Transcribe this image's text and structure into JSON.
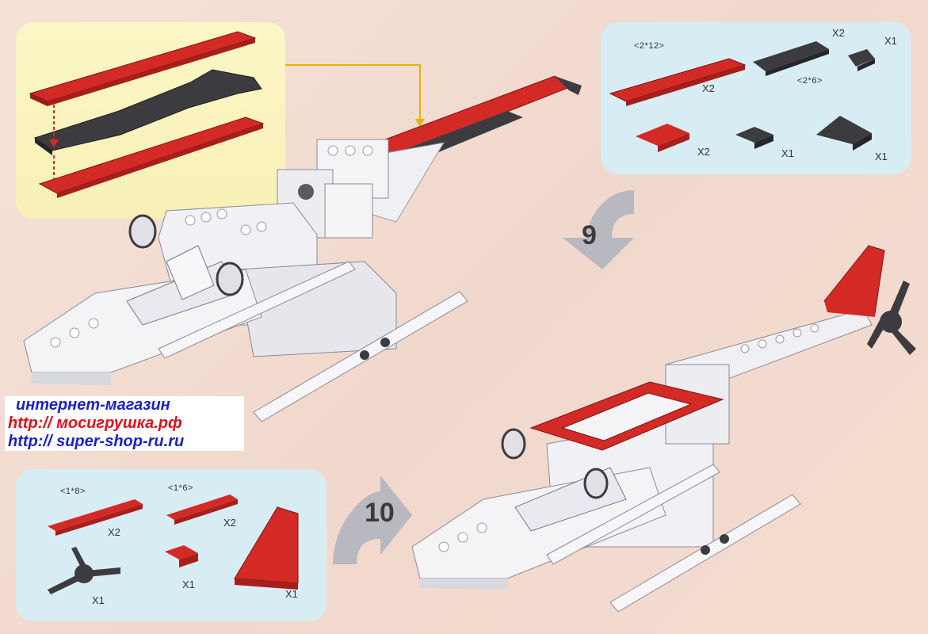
{
  "steps": {
    "nine": "9",
    "ten": "10"
  },
  "parts_step9": {
    "plate_2x12_size": "<2*12>",
    "plate_2x12_qty": "X2",
    "plate_2x6_size": "<2*6>",
    "plate_2x6_qty": "X2",
    "small_dark_qty": "X1",
    "red_2x2_qty": "X2",
    "dark_2x2_qty": "X1",
    "wedge_qty": "X1"
  },
  "parts_step10": {
    "plate_1x8_size": "<1*8>",
    "plate_1x8_qty": "X2",
    "plate_1x6_size": "<1*6>",
    "plate_1x6_qty": "X2",
    "propeller_qty": "X1",
    "red_1x2_qty": "X1",
    "tail_fin_qty": "X1"
  },
  "promo": {
    "line1": "интернет-магазин",
    "line2": "http:// мосигрушка.рф",
    "line3": "http:// super-shop-ru.ru"
  },
  "colors": {
    "brick_red": "#d42a26",
    "brick_dark": "#3c3c40",
    "brick_white": "#f4f4f7",
    "panel_yellow": "#fbf6c5",
    "panel_blue": "#d8ecf3",
    "promo_blue": "#1a22c8",
    "promo_red": "#e0101a"
  }
}
